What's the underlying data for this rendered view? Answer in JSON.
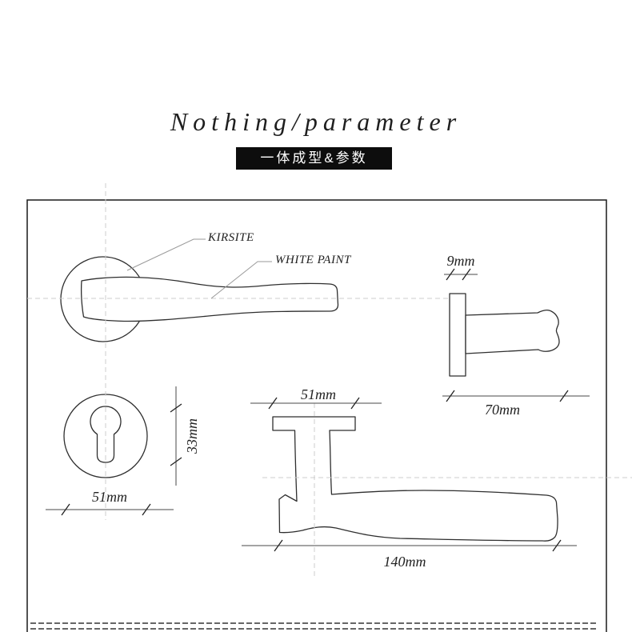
{
  "header": {
    "title": "Nothing/parameter",
    "subtitle": "一体成型&参数"
  },
  "annotations": {
    "material_label": "KIRSITE",
    "finish_label": "WHITE PAINT"
  },
  "dimensions": {
    "side_view": {
      "rose_thickness": "9mm",
      "projection": "70mm"
    },
    "escutcheon": {
      "diameter": "51mm",
      "keyhole_height": "33mm"
    },
    "top_view": {
      "rose_width": "51mm",
      "handle_length": "140mm"
    }
  },
  "colors": {
    "line": "#2f2f2f",
    "centerline": "#cccccc",
    "frame": "#1a1a1a",
    "badge_bg": "#0d0d0d",
    "badge_text": "#ffffff"
  }
}
